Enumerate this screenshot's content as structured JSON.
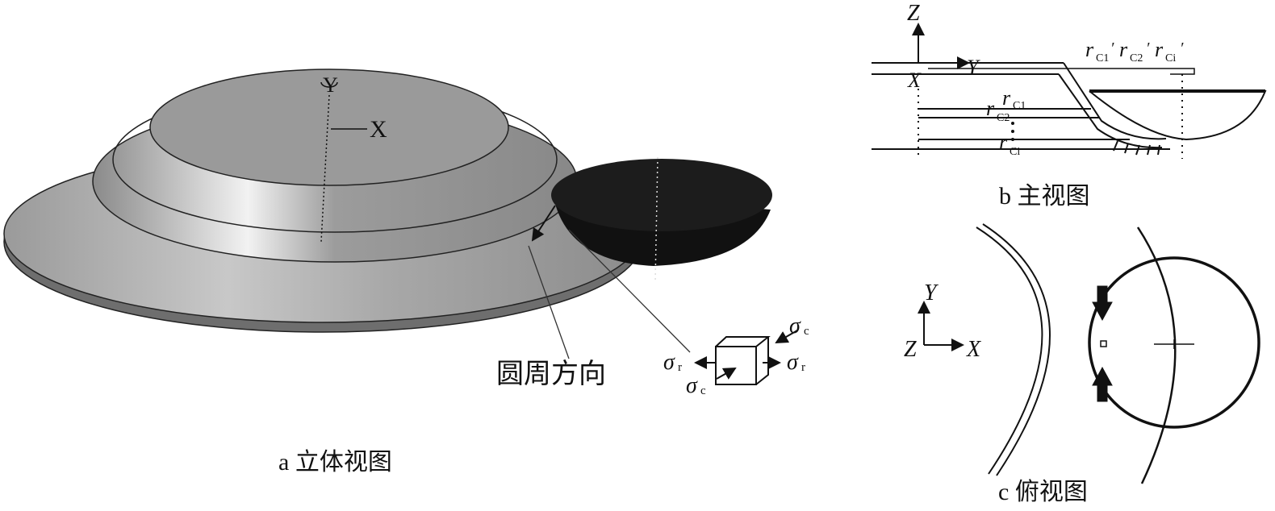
{
  "panel_a": {
    "caption": "a 立体视图",
    "axis_y": "Y",
    "axis_x": "X",
    "circumferential_label": "圆周方向",
    "sigma": "σ",
    "sub_c": "c",
    "sub_r": "r"
  },
  "panel_b": {
    "caption": "b 主视图",
    "axis_z": "Z",
    "axis_y": "Y",
    "axis_x": "X",
    "r": "r",
    "sub_c1": "C1",
    "sub_c2": "C2",
    "sub_ci": "Ci",
    "prime": "′"
  },
  "panel_c": {
    "caption": "c 俯视图",
    "axis_y": "Y",
    "axis_z": "Z",
    "axis_x": "X"
  }
}
